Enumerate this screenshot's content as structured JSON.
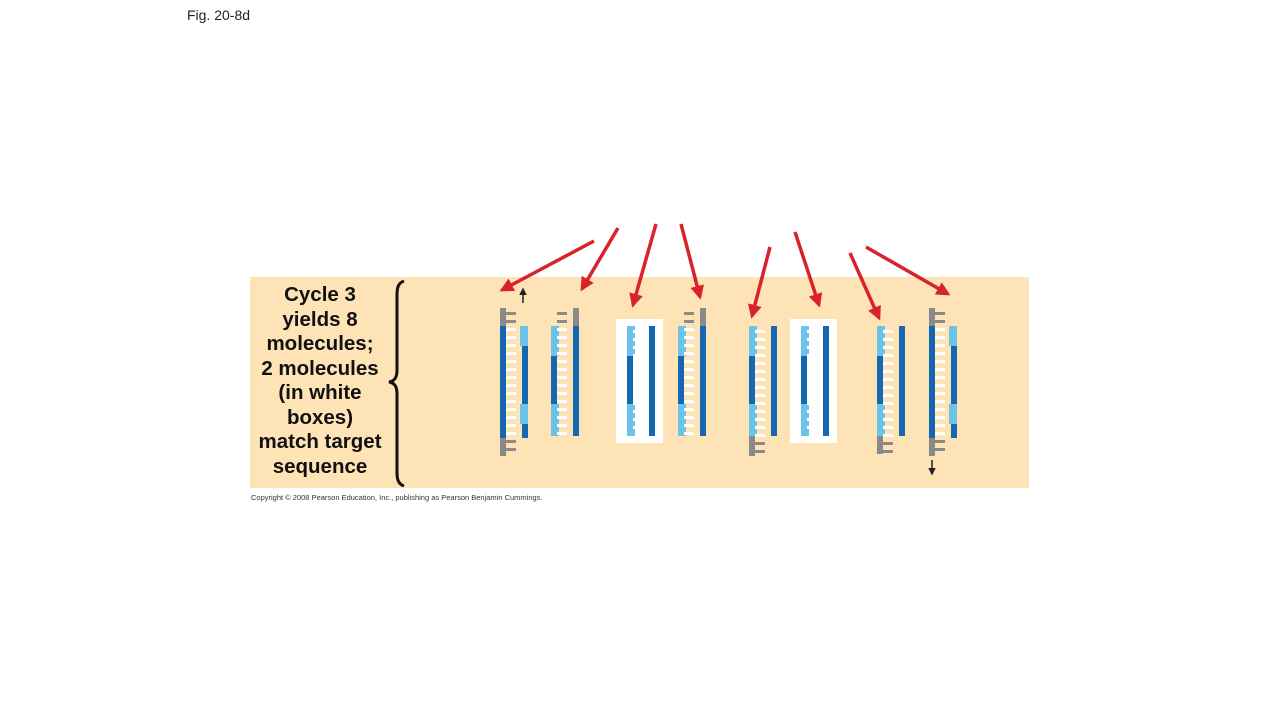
{
  "figure_label": "Fig. 20-8d",
  "caption_lines": [
    "Cycle 3",
    "yields 8",
    "molecules;",
    "2 molecules",
    "(in white",
    "boxes)",
    "match target",
    "sequence"
  ],
  "copyright": "Copyright © 2008 Pearson Education, Inc., publishing as Pearson Benjamin Cummings.",
  "colors": {
    "background_panel": "#fde3b6",
    "dark_strand": "#1467b0",
    "light_strand": "#6cc3ea",
    "gray_strand": "#8a8a8a",
    "arrow": "#d9232b",
    "white_box": "#ffffff"
  },
  "molecules": [
    {
      "highlighted": false
    },
    {
      "highlighted": false
    },
    {
      "highlighted": true
    },
    {
      "highlighted": false
    },
    {
      "highlighted": false
    },
    {
      "highlighted": true
    },
    {
      "highlighted": false
    },
    {
      "highlighted": false
    }
  ]
}
